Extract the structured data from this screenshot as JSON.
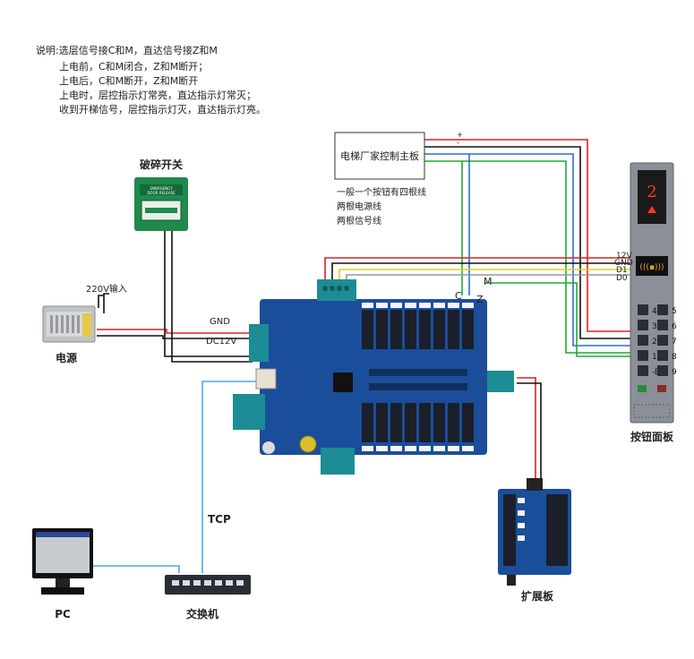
{
  "notes": {
    "line1": "说明:选层信号接C和M，直达信号接Z和M",
    "line2": "上电前，C和M闭合，Z和M断开；",
    "line3": "上电后，C和M断开，Z和M断开",
    "line4": "上电时，层控指示灯常亮，直达指示灯常灭；",
    "line5": "收到开梯信号，层控指示灯灭，直达指示灯亮。"
  },
  "components": {
    "switch_title": "破碎开关",
    "switch_face_1": "EMERGENCY",
    "switch_face_2": "DOOR RELEASE",
    "power_title": "电源",
    "power_input": "220V输入",
    "elevator_board": "电梯厂家控制主板",
    "elevator_note_1": "一般一个按钮有四根线",
    "elevator_note_2": "两根电源线",
    "elevator_note_3": "两根信号线",
    "panel_title": "按钮面板",
    "panel_floor": "2",
    "expansion_title": "扩展板",
    "pc_title": "PC",
    "switch_device_title": "交换机",
    "tcp_label": "TCP"
  },
  "wire_labels": {
    "gnd": "GND",
    "dc12v": "DC12V",
    "c": "C",
    "z": "Z",
    "m": "M",
    "v12": "12V",
    "gnd2": "GND",
    "d1": "D1",
    "d0": "D0",
    "plus": "+",
    "minus": "-"
  },
  "panel_keys": [
    "4",
    "5",
    "3",
    "6",
    "2",
    "7",
    "1",
    "8",
    "-B",
    "9"
  ],
  "colors": {
    "board": "#1b4e9a",
    "relay": "#1a1f2a",
    "terminal": "#1c8c95",
    "panel": "#8a8f98",
    "wire_red": "#e02020",
    "wire_black": "#111111",
    "wire_green": "#22aa33",
    "wire_blue": "#2a6fd6",
    "wire_yellow": "#e0d020",
    "wire_gray": "#9a9a9a",
    "wire_cyan": "#4aa8e0"
  }
}
